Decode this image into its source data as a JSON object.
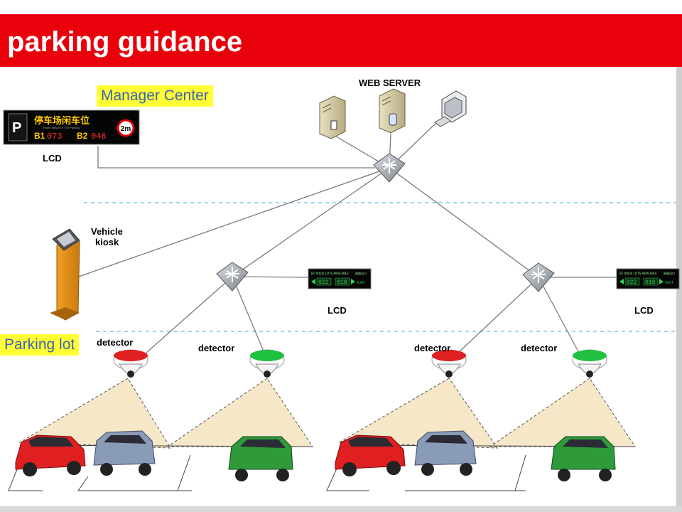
{
  "header": {
    "title": "parking guidance"
  },
  "zones": {
    "manager": "Manager Center",
    "lot": "Parking lot"
  },
  "labels": {
    "web_server": "WEB SERVER",
    "vehicle_kiosk_line1": "Vehicle",
    "vehicle_kiosk_line2": "kiosk",
    "lcd": "LCD",
    "detector": "detector"
  },
  "main_lcd": {
    "title_cn": "停车场闲车位",
    "subtitle": "Empty Space Of The Parking",
    "p_label": "P",
    "b1_label": "B1",
    "b1_value": "073",
    "b2_label": "B2",
    "b2_value": "046",
    "limit": "2m"
  },
  "small_lcd": {
    "caption": "B1 空车位 LOTS AVAILABLE",
    "exit_cn": "闸道出口",
    "left_value": "022",
    "right_value": "018",
    "exit": "EXIT"
  },
  "detector_states": [
    "red",
    "green",
    "red",
    "green"
  ],
  "car_colors": [
    "#e02020",
    "#8a9bb8",
    "#2e9a3a",
    "#e02020",
    "#8a9bb8",
    "#2e9a3a"
  ],
  "colors": {
    "banner": "#e8000b",
    "zone_tag_bg": "#ffff33",
    "zone_tag_text": "#3b63b5",
    "dashed_divider": "#9fd3ef",
    "lcd_green": "#2fd35a",
    "lcd_red": "#ff3030"
  }
}
